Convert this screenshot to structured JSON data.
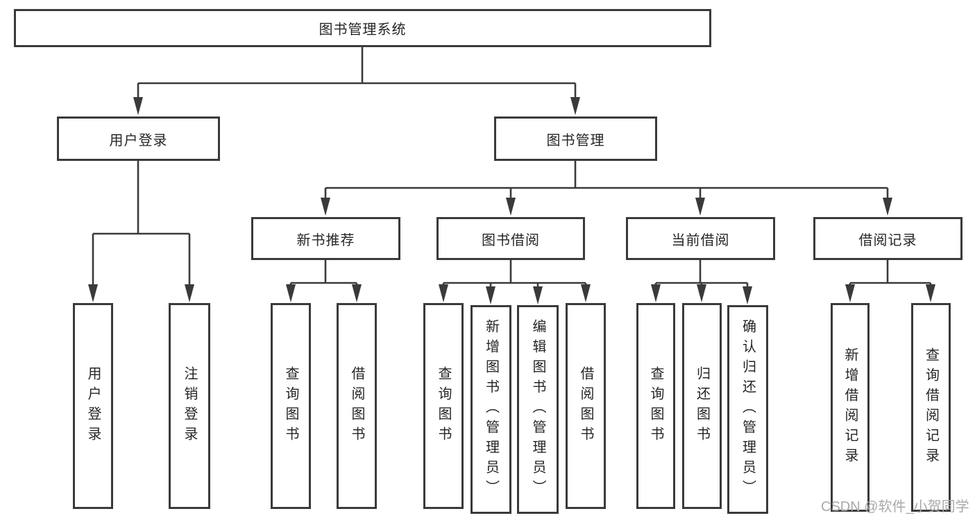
{
  "diagram": {
    "root": {
      "label": "图书管理系统"
    },
    "branches": [
      {
        "label": "用户登录",
        "children": [
          {
            "label": "用户登录"
          },
          {
            "label": "注销登录"
          }
        ]
      },
      {
        "label": "图书管理",
        "children": [
          {
            "label": "新书推荐",
            "children": [
              {
                "label": "查询图书"
              },
              {
                "label": "借阅图书"
              }
            ]
          },
          {
            "label": "图书借阅",
            "children": [
              {
                "label": "查询图书"
              },
              {
                "label": "新增图书（管理员）"
              },
              {
                "label": "编辑图书（管理员）"
              },
              {
                "label": "借阅图书"
              }
            ]
          },
          {
            "label": "当前借阅",
            "children": [
              {
                "label": "查询图书"
              },
              {
                "label": "归还图书"
              },
              {
                "label": "确认归还（管理员）"
              }
            ]
          },
          {
            "label": "借阅记录",
            "children": [
              {
                "label": "新增借阅记录"
              },
              {
                "label": "查询借阅记录"
              }
            ]
          }
        ]
      }
    ],
    "watermark": "CSDN @软件_小贺同学",
    "colors": {
      "line": "#3a3a3a",
      "text": "#262626",
      "background": "#ffffff",
      "watermark": "#a9a9a9"
    }
  }
}
